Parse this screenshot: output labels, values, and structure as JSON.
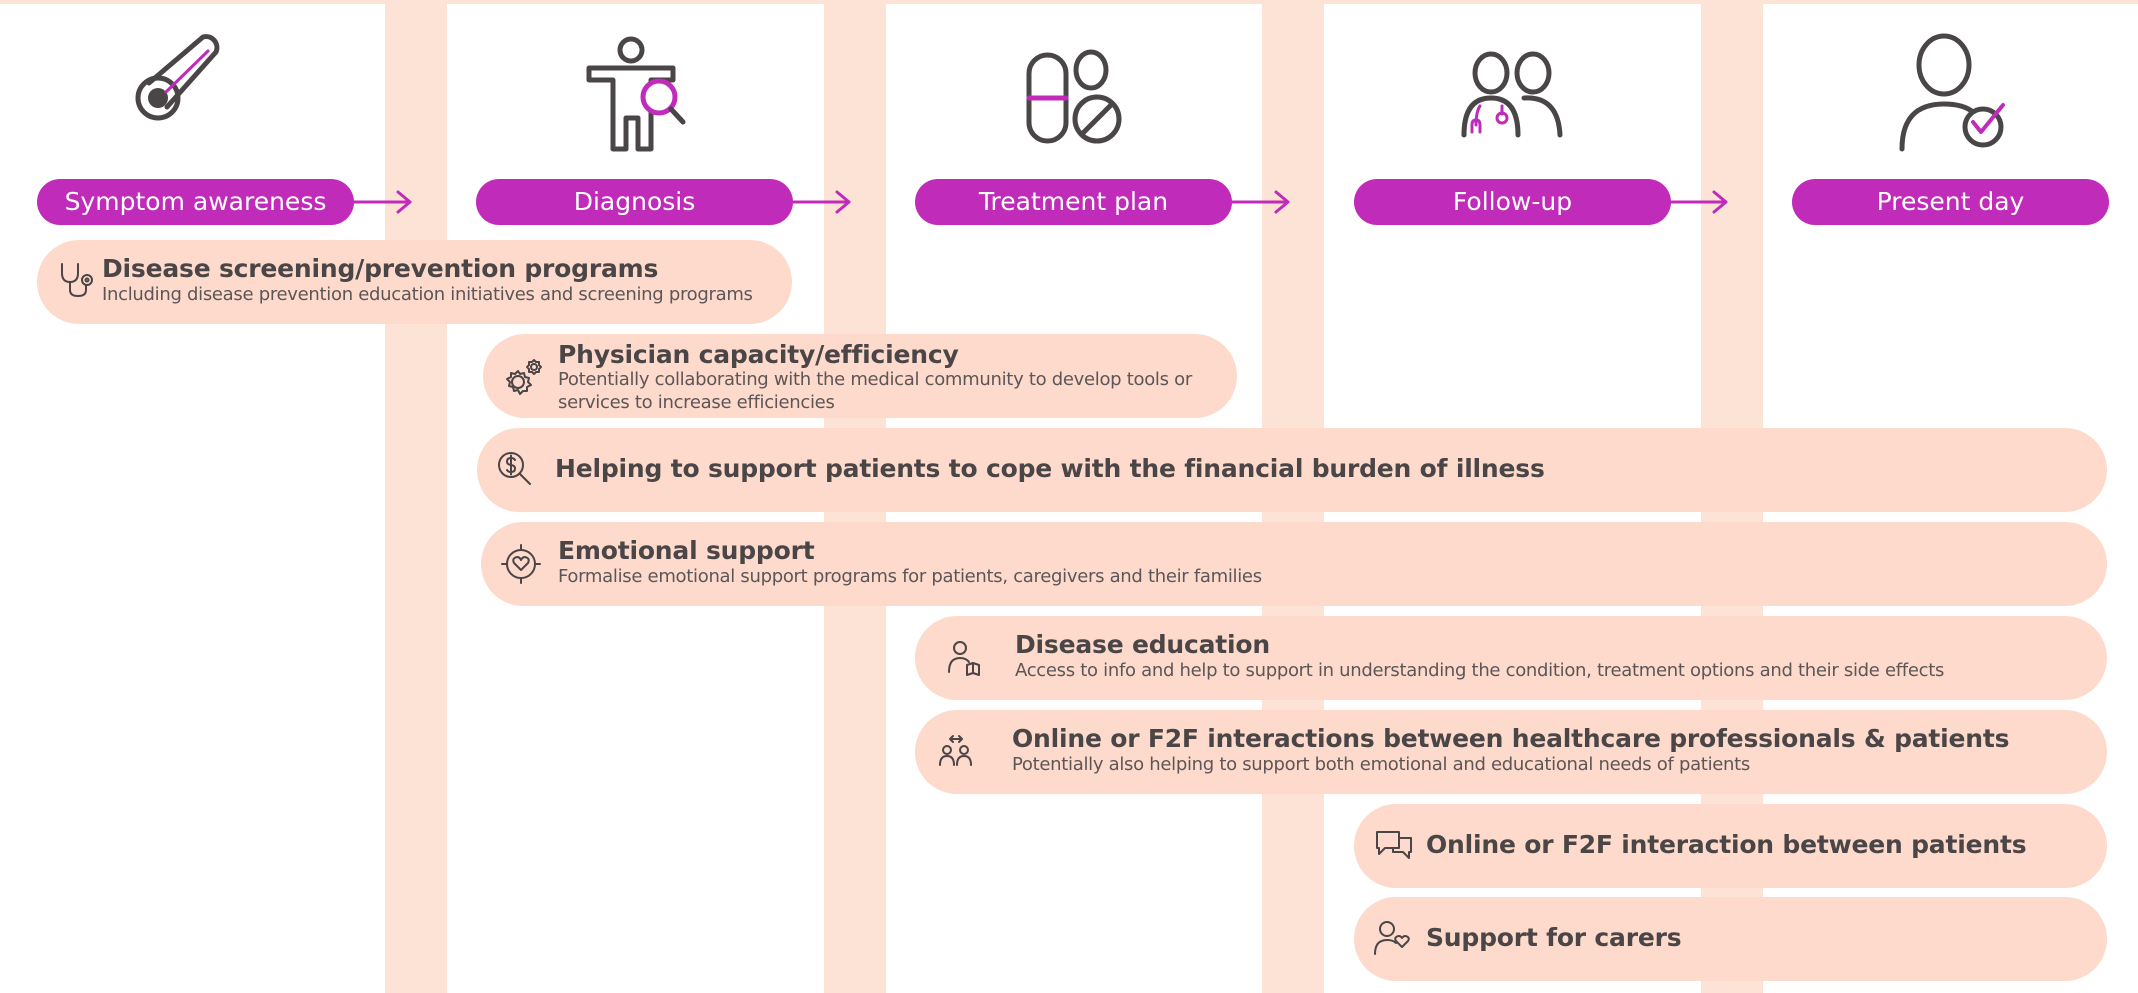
{
  "stages": [
    {
      "id": "symptom-awareness",
      "label": "Symptom awareness",
      "icon": "thermometer-icon"
    },
    {
      "id": "diagnosis",
      "label": "Diagnosis",
      "icon": "person-magnifier-icon"
    },
    {
      "id": "treatment-plan",
      "label": "Treatment plan",
      "icon": "pills-icon"
    },
    {
      "id": "follow-up",
      "label": "Follow-up",
      "icon": "doctor-patient-icon"
    },
    {
      "id": "present-day",
      "label": "Present day",
      "icon": "person-check-icon"
    }
  ],
  "initiatives": [
    {
      "id": "disease-screening",
      "icon": "stethoscope-icon",
      "title": "Disease screening/prevention programs",
      "description": [
        "Including disease prevention education initiatives and screening programs"
      ]
    },
    {
      "id": "physician-capacity",
      "icon": "gears-icon",
      "title": "Physician capacity/efficiency",
      "description": [
        "Potentially collaborating with the medical community to develop tools or",
        "services to increase efficiencies"
      ]
    },
    {
      "id": "financial-burden",
      "icon": "dollar-search-icon",
      "title": "Helping to support patients to cope with the financial burden of illness",
      "description": []
    },
    {
      "id": "emotional-support",
      "icon": "heart-target-icon",
      "title": "Emotional support",
      "description": [
        "Formalise emotional support programs for patients, caregivers and their families"
      ]
    },
    {
      "id": "disease-education",
      "icon": "person-book-icon",
      "title": "Disease education",
      "description": [
        "Access to info and help to support in understanding the condition, treatment options and their side effects"
      ]
    },
    {
      "id": "hcp-interactions",
      "icon": "people-exchange-icon",
      "title": "Online or F2F interactions between healthcare professionals & patients",
      "description": [
        "Potentially also helping to support both emotional and educational needs of patients"
      ]
    },
    {
      "id": "patient-interaction",
      "icon": "chat-bubbles-icon",
      "title": "Online or F2F interaction between patients",
      "description": []
    },
    {
      "id": "carer-support",
      "icon": "person-heart-icon",
      "title": "Support for carers",
      "description": []
    }
  ],
  "colors": {
    "accent": "#c02bba",
    "bar_fill": "#fddacb",
    "stripe": "#fde3d6",
    "text": "#4a4546"
  }
}
